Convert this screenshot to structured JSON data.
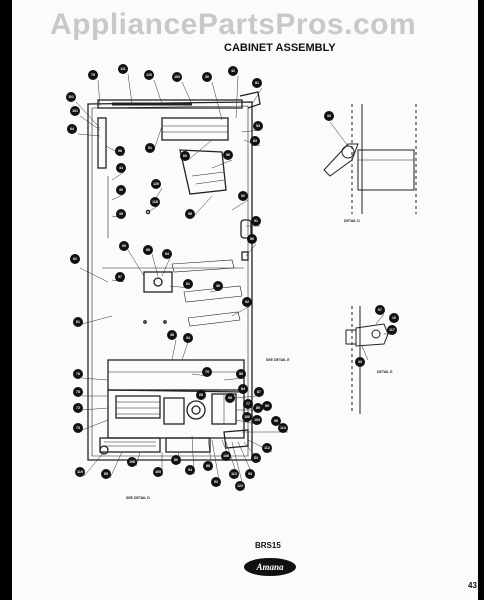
{
  "watermark": "AppliancePartsPros.com",
  "header_line1": "",
  "header_line2": "CABINET ASSEMBLY",
  "model": "BRS15",
  "brand_logo": "Amana",
  "page_number": "43",
  "detail_labels": {
    "detail_d": "DETAIL D",
    "detail_e": "DETAIL E",
    "see_detail_e": "SEE DETAIL E",
    "see_detail_d": "SEE DETAIL D"
  },
  "callouts": [
    {
      "id": "c1",
      "label": "75"
    },
    {
      "id": "c2",
      "label": "111"
    },
    {
      "id": "c3",
      "label": "120"
    },
    {
      "id": "c4",
      "label": "103"
    },
    {
      "id": "c5",
      "label": "30"
    },
    {
      "id": "c6",
      "label": "42"
    },
    {
      "id": "c7",
      "label": "81"
    },
    {
      "id": "c8",
      "label": "102"
    },
    {
      "id": "c9",
      "label": "101"
    },
    {
      "id": "c10",
      "label": "64"
    },
    {
      "id": "c11",
      "label": "96"
    },
    {
      "id": "c12",
      "label": "51"
    },
    {
      "id": "c13",
      "label": "53"
    },
    {
      "id": "c14",
      "label": "83"
    },
    {
      "id": "c15",
      "label": "60"
    },
    {
      "id": "c16",
      "label": "56"
    },
    {
      "id": "c17",
      "label": "55"
    },
    {
      "id": "c18",
      "label": "92"
    },
    {
      "id": "c19",
      "label": "91"
    },
    {
      "id": "c20",
      "label": "50"
    },
    {
      "id": "c21",
      "label": "44"
    },
    {
      "id": "c22",
      "label": "120"
    },
    {
      "id": "c23",
      "label": "118"
    },
    {
      "id": "c24",
      "label": "30"
    },
    {
      "id": "c25",
      "label": "39"
    },
    {
      "id": "c26",
      "label": "90"
    },
    {
      "id": "c27",
      "label": "66"
    },
    {
      "id": "c28",
      "label": "84"
    },
    {
      "id": "c29",
      "label": "61"
    },
    {
      "id": "c30",
      "label": "36"
    },
    {
      "id": "c31",
      "label": "92"
    },
    {
      "id": "c32",
      "label": "62"
    },
    {
      "id": "c33",
      "label": "57"
    },
    {
      "id": "c34",
      "label": "61"
    },
    {
      "id": "c35",
      "label": "45"
    },
    {
      "id": "c36",
      "label": "34"
    },
    {
      "id": "c37",
      "label": "79"
    },
    {
      "id": "c38",
      "label": "76"
    },
    {
      "id": "c39",
      "label": "78"
    },
    {
      "id": "c40",
      "label": "72"
    },
    {
      "id": "c41",
      "label": "73"
    },
    {
      "id": "c42",
      "label": "86"
    },
    {
      "id": "c43",
      "label": "84"
    },
    {
      "id": "c44",
      "label": "87"
    },
    {
      "id": "c45",
      "label": "89"
    },
    {
      "id": "c46",
      "label": "104"
    },
    {
      "id": "c47",
      "label": "114"
    },
    {
      "id": "c48",
      "label": "112"
    },
    {
      "id": "c49",
      "label": "95"
    },
    {
      "id": "c50",
      "label": "68"
    },
    {
      "id": "c51",
      "label": "77"
    },
    {
      "id": "c52",
      "label": "100"
    },
    {
      "id": "c53",
      "label": "119"
    },
    {
      "id": "c54",
      "label": "85"
    },
    {
      "id": "c55",
      "label": "108"
    },
    {
      "id": "c56",
      "label": "105"
    },
    {
      "id": "c57",
      "label": "80"
    },
    {
      "id": "c58",
      "label": "94"
    },
    {
      "id": "c59",
      "label": "88"
    },
    {
      "id": "c60",
      "label": "52"
    },
    {
      "id": "c61",
      "label": "106"
    },
    {
      "id": "c62",
      "label": "113"
    },
    {
      "id": "c63",
      "label": "122"
    },
    {
      "id": "c64",
      "label": "93"
    },
    {
      "id": "c65",
      "label": "82"
    },
    {
      "id": "c66",
      "label": "98"
    },
    {
      "id": "c67",
      "label": "99"
    },
    {
      "id": "c68",
      "label": "33"
    },
    {
      "id": "c69",
      "label": "97"
    },
    {
      "id": "c70",
      "label": "117"
    },
    {
      "id": "c71",
      "label": "33"
    },
    {
      "id": "c72",
      "label": "10"
    }
  ]
}
